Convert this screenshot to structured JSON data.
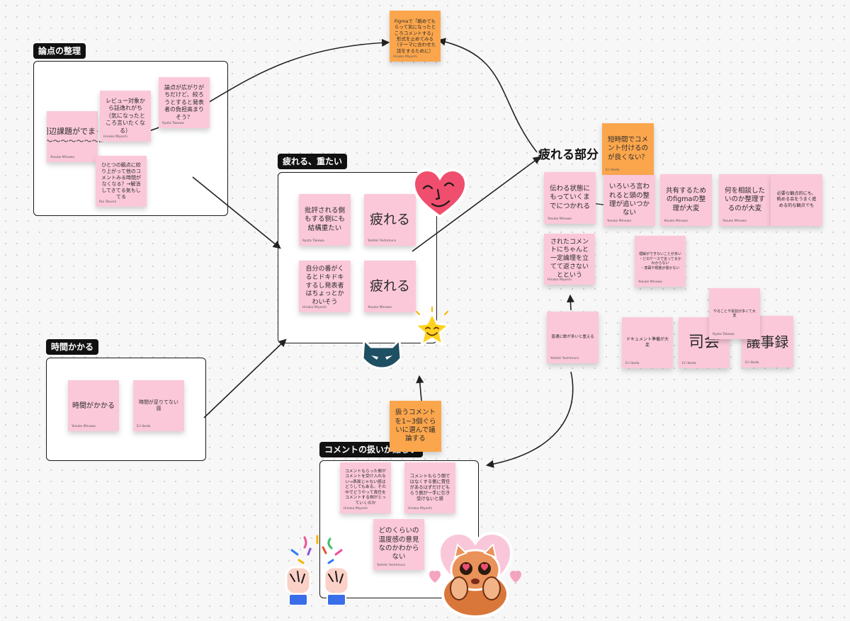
{
  "sections": {
    "ronten": {
      "label": "論点の整理"
    },
    "tsukareru": {
      "label": "疲れる、重たい"
    },
    "jikan": {
      "label": "時間かかる"
    },
    "comment": {
      "label": "コメントの扱いが難しい"
    }
  },
  "topic_title": "疲れる部分",
  "notes": [
    {
      "id": "figma-top",
      "text": "Figmaで「眺めてもらって気になったところコメントする」形式を止めてみる（テーマに合わせた話をするために）",
      "author": "Hinako Miyoshi"
    },
    {
      "id": "shuhen",
      "text": "周辺課題がでまくる〜〜〜〜〜〜〜〜",
      "author": "Yosuke Minowa"
    },
    {
      "id": "review",
      "text": "レビュー対象から話逸れがち（気になったところ言いたくなる）",
      "author": "Hinako Miyoshi"
    },
    {
      "id": "ronten-hirogari",
      "text": "論点が広がりがちだけど、絞ろうとすると発表者の負担高まりそう？",
      "author": "Ryota Takewa"
    },
    {
      "id": "hitotsu",
      "text": "ひとつの観点に絞り上がって他のコメントみる時間がなくなる？→解消してきてる気もしてる",
      "author": "Ria Tokuno"
    },
    {
      "id": "hihyou",
      "text": "批評される側もする側にも結構重たい",
      "author": "Ryota Takewa"
    },
    {
      "id": "tsukareru1",
      "text": "疲れる",
      "author": "Yoshiki Yoshimura"
    },
    {
      "id": "jibun",
      "text": "自分の番がくるとドキドキするし発表者はちょっとかわいそう",
      "author": "Hinako Miyoshi"
    },
    {
      "id": "tsukareru2",
      "text": "疲れる",
      "author": "Yosuke Minowa"
    },
    {
      "id": "jikan-kakaru",
      "text": "時間がかかる",
      "author": "Yosuke Minowa"
    },
    {
      "id": "jikan-tarinai",
      "text": "時間が足りてない感",
      "author": "Eri Ikeda"
    },
    {
      "id": "atsukau",
      "text": "扱うコメントを1~3個ぐらいに選んで議論する",
      "author": ""
    },
    {
      "id": "comment-ukeire",
      "text": "コメントもらった側がコメントを受け入れない→表面じゃない感はどうしてもある。その中でどうやって責任をコメントする側がとっていくのか",
      "author": "Hinako Miyoshi"
    },
    {
      "id": "comment-morau",
      "text": "コメントもらう側ではなくする側に責任があるはずだけどもらう側が一手に引き受けないと感",
      "author": "Hinako Miyoshi"
    },
    {
      "id": "donokurai",
      "text": "どのくらいの温度感の意見なのかわからない",
      "author": "Yoshiki Yoshimura"
    },
    {
      "id": "tanjikan",
      "text": "短時間でコメント付けるのが良くない？",
      "author": "Eri Ikeda"
    },
    {
      "id": "tsutawaru",
      "text": "伝わる状態にもっていくまでにつかれる",
      "author": "Yosuke Minowa"
    },
    {
      "id": "iroiro",
      "text": "いろいろ言われると頭の整理が追いつかない",
      "author": "Yosuke Minowa"
    },
    {
      "id": "kyouyuu",
      "text": "共有するためのfigmaの整理が大変",
      "author": "Yosuke Minowa"
    },
    {
      "id": "nani-soudan",
      "text": "何を相談したいのか整理するのが大変",
      "author": "Yosuke Minowa"
    },
    {
      "id": "hitsuyou",
      "text": "必要な観点的にも、眺める会をうまく進める的な観点でも",
      "author": ""
    },
    {
      "id": "sareta",
      "text": "されたコメントにちゃんと一定論理を立てて返さないとという",
      "author": "Hinako Miyoshi"
    },
    {
      "id": "rikai",
      "text": "理解ができないことが多い\n・どのケースで言ってるかわからない\n・意図や根拠が書かない",
      "author": "Yosuke Minowa"
    },
    {
      "id": "futsuu",
      "text": "普通に数が多いと重える",
      "author": "Yoshiki Yoshimura"
    },
    {
      "id": "document",
      "text": "ドキュメント準備が大変",
      "author": "Eri Ikeda"
    },
    {
      "id": "shikai",
      "text": "司会",
      "author": "Eri Ikeda"
    },
    {
      "id": "yaru",
      "text": "やることや役割が多くて大変",
      "author": "Ryota Takewa"
    },
    {
      "id": "gijiroku",
      "text": "議事録",
      "author": "Eri Ikeda"
    }
  ],
  "colors": {
    "pink": "#fbc8da",
    "orange": "#fba64c",
    "frame": "#1a1a1a",
    "label_bg": "#111111"
  }
}
